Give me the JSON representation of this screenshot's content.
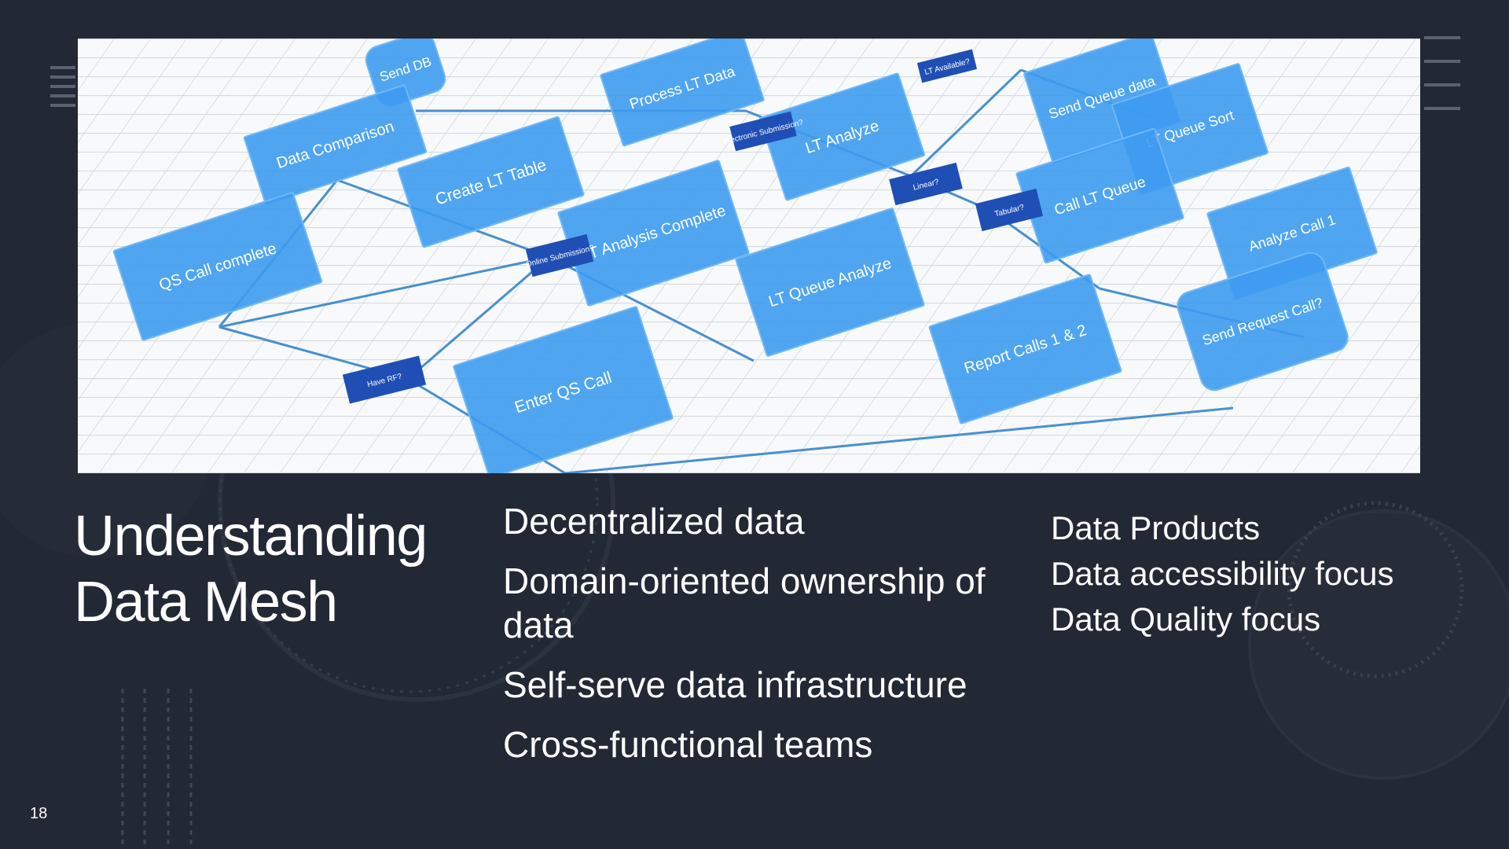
{
  "slide": {
    "title_line1": "Understanding",
    "title_line2": "Data Mesh",
    "page_number": "18"
  },
  "principles": [
    "Decentralized data",
    "Domain-oriented ownership of data",
    "Self-serve data infrastructure",
    "Cross-functional teams"
  ],
  "focus_areas": [
    "Data Products",
    "Data accessibility focus",
    "Data Quality focus"
  ],
  "diagram": {
    "panels": [
      "Send DB",
      "Data Comparison",
      "Process LT Data",
      "LT Analyze",
      "Send Queue data",
      "LT Queue Sort",
      "Create LT Table",
      "Call LT Queue",
      "QS Call complete",
      "LT Analysis Complete",
      "Analyze Call 1",
      "LT Queue Analyze",
      "Report Calls 1 & 2",
      "Send Request Call?",
      "Enter QS Call"
    ],
    "connectors": [
      "Have RF?",
      "LT Available?",
      "Linear?",
      "Tabular?",
      "Online Submission?",
      "Electronic Submission?"
    ]
  },
  "colors": {
    "background": "#222834",
    "panel": "#3d9bf0",
    "connector": "#1f4fb4"
  }
}
